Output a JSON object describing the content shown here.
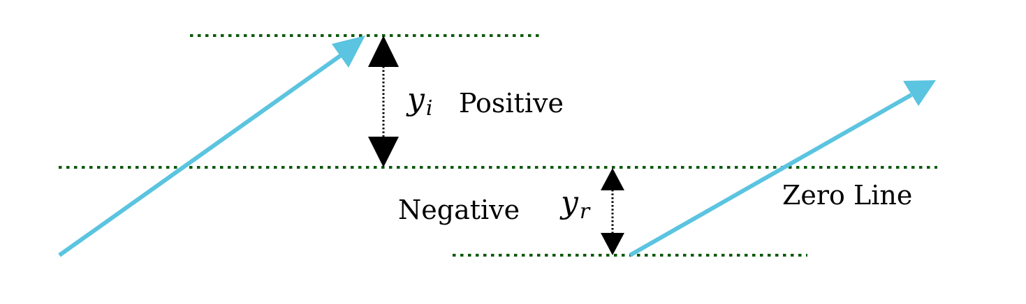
{
  "colors": {
    "level_line": "#0b5a0b",
    "ray": "#5bc4e0",
    "arrowhead": "#000000"
  },
  "labels": {
    "positive": "Positive",
    "negative": "Negative",
    "zero_line": "Zero Line"
  },
  "variables": {
    "y_i": {
      "base": "y",
      "subscript": "i"
    },
    "y_r": {
      "base": "y",
      "subscript": "r"
    }
  }
}
